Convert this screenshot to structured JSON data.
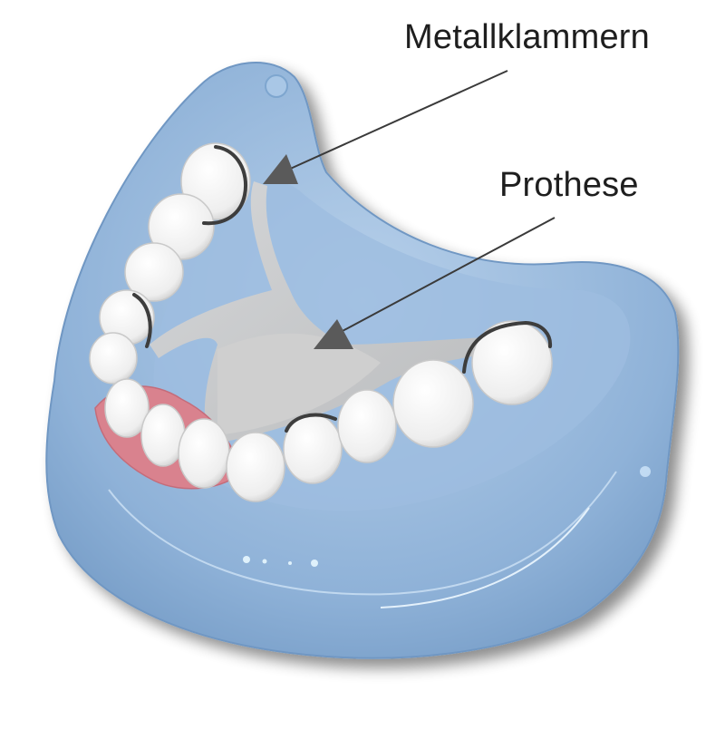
{
  "diagram": {
    "subject": "Partial denture (Modellgussprothese) on lower jaw model",
    "labels": [
      {
        "id": "metallklammern",
        "text": "Metallklammern",
        "target": "metal clasps on teeth"
      },
      {
        "id": "prothese",
        "text": "Prothese",
        "target": "denture frame / plate"
      }
    ],
    "colors": {
      "jaw_base": "#8fb2d8",
      "jaw_light": "#b7d0ea",
      "jaw_dark": "#6f97c3",
      "frame": "#c9c9c9",
      "teeth": "#f4f4f4",
      "gum": "#d9828e",
      "clasp": "#3d3d3d",
      "arrow": "#5a5a5a",
      "text": "#1e1e1e"
    }
  }
}
